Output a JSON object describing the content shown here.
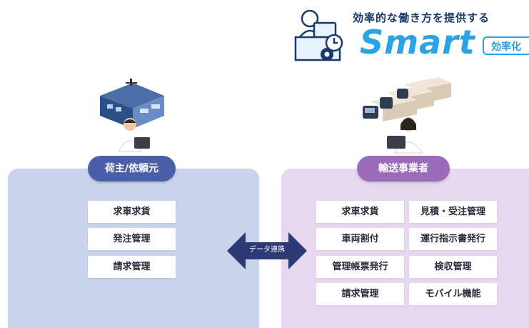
{
  "logo": {
    "tagline": "効率的な働き方を提供する",
    "title": "Smart",
    "badge": "効率化"
  },
  "shipper": {
    "label": "荷主/依頼元",
    "features": [
      "求車求貨",
      "発注管理",
      "請求管理"
    ]
  },
  "carrier": {
    "label": "輸送事業者",
    "features": [
      [
        "求車求貨",
        "見積・受注管理"
      ],
      [
        "車両割付",
        "運行指示書発行"
      ],
      [
        "管理帳票発行",
        "検収管理"
      ],
      [
        "請求管理",
        "モバイル機能"
      ]
    ]
  },
  "connector": {
    "label": "データ連携"
  },
  "colors": {
    "shipper_accent": "#4a5fa8",
    "carrier_accent": "#9a6cb9",
    "arrow": "#2e3a75",
    "logo_blue": "#2aa3e6"
  }
}
